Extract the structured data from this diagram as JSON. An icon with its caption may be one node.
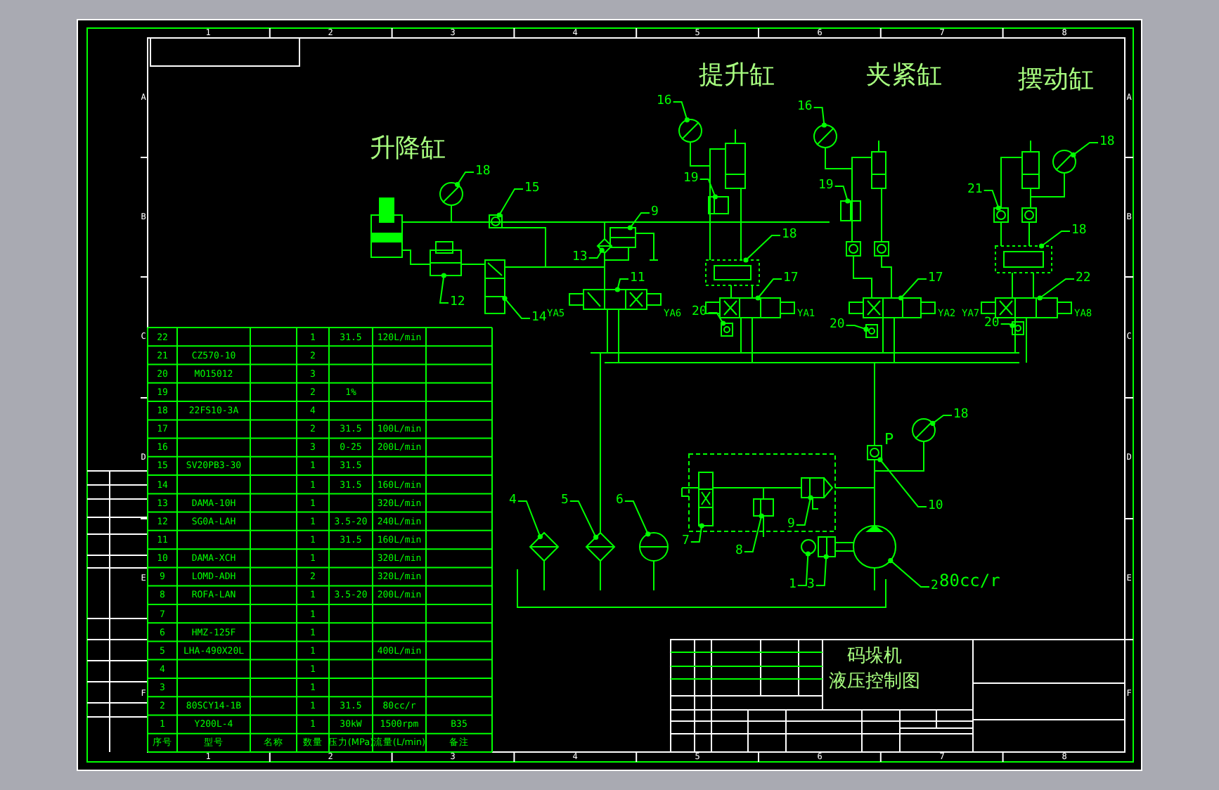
{
  "diagram": {
    "nodes": [
      {
        "text": [
          "16"
        ]
      },
      {
        "text": [
          "16"
        ]
      },
      {
        "text": [
          "18"
        ]
      },
      {
        "text": [
          "18"
        ]
      },
      {
        "text": [
          "19"
        ]
      },
      {
        "text": [
          "19"
        ]
      },
      {
        "text": [
          "15"
        ]
      },
      {
        "text": [
          "21"
        ]
      },
      {
        "text": [
          "9"
        ]
      },
      {
        "text": [
          "18"
        ]
      },
      {
        "text": [
          "18"
        ]
      },
      {
        "text": [
          "13"
        ]
      },
      {
        "text": [
          "11"
        ]
      },
      {
        "text": [
          "17"
        ]
      },
      {
        "text": [
          "17"
        ]
      },
      {
        "text": [
          "22"
        ]
      },
      {
        "text": [
          "12"
        ]
      },
      {
        "text": [
          "20"
        ]
      },
      {
        "text": [
          "20"
        ]
      },
      {
        "text": [
          "14"
        ]
      },
      {
        "text": [
          "20"
        ]
      },
      {
        "text": [
          "18"
        ]
      },
      {
        "text": [
          "4"
        ]
      },
      {
        "text": [
          "5"
        ]
      },
      {
        "text": [
          "6"
        ]
      },
      {
        "text": [
          "10"
        ]
      },
      {
        "text": [
          "9"
        ]
      },
      {
        "text": [
          "7"
        ]
      },
      {
        "text": [
          "8"
        ]
      },
      {
        "text": [
          "1"
        ]
      },
      {
        "text": [
          "3"
        ]
      },
      {
        "text": [
          "2"
        ]
      },
      {
        "text": [],
        "shape": "circle"
      },
      {
        "text": [],
        "shape": "circle"
      },
      {
        "text": [],
        "shape": "circle"
      },
      {
        "text": [],
        "shape": "circle"
      },
      {
        "text": [],
        "shape": "box"
      },
      {
        "text": [],
        "shape": "box"
      },
      {
        "text": [],
        "shape": "box"
      },
      {
        "text": [],
        "shape": "box"
      },
      {
        "text": [],
        "shape": "box"
      },
      {
        "text": [],
        "shape": "box"
      },
      {
        "text": [],
        "shape": "box"
      },
      {
        "text": [],
        "shape": "diamond"
      },
      {
        "text": [],
        "shape": "box"
      },
      {
        "text": [],
        "shape": "box"
      },
      {
        "text": [],
        "shape": "box"
      },
      {
        "text": [],
        "shape": "box"
      },
      {
        "text": [],
        "shape": "box"
      },
      {
        "text": [],
        "shape": "box"
      },
      {
        "text": [],
        "shape": "box"
      },
      {
        "text": [],
        "shape": "box"
      },
      {
        "text": [],
        "shape": "box"
      },
      {
        "text": [],
        "shape": "circle"
      },
      {
        "text": [],
        "shape": "diamond"
      },
      {
        "text": [],
        "shape": "diamond"
      },
      {
        "text": [],
        "shape": "circle"
      },
      {
        "text": [],
        "shape": "box"
      },
      {
        "text": [],
        "shape": "box"
      },
      {
        "text": [],
        "shape": "box"
      },
      {
        "text": [],
        "shape": "box"
      },
      {
        "text": [],
        "shape": "circle"
      },
      {
        "text": [],
        "shape": "box"
      },
      {
        "text": [],
        "shape": "circle"
      }
    ],
    "edges": [
      {
        "from": 0,
        "to": 32,
        "arrow": "other"
      },
      {
        "from": 1,
        "to": 33,
        "arrow": "other"
      },
      {
        "from": 2,
        "to": 34,
        "arrow": "other"
      },
      {
        "from": 3,
        "to": 35,
        "arrow": "other"
      },
      {
        "from": 4,
        "to": 36,
        "arrow": "other"
      },
      {
        "from": 5,
        "to": 37,
        "arrow": "other"
      },
      {
        "from": 6,
        "to": 38,
        "arrow": "other"
      },
      {
        "from": 7,
        "to": 39,
        "arrow": "other"
      },
      {
        "from": 8,
        "to": 40,
        "arrow": "other"
      },
      {
        "from": 9,
        "to": 41,
        "arrow": "other"
      },
      {
        "from": 10,
        "to": 42,
        "arrow": "other"
      },
      {
        "from": 11,
        "to": 43,
        "arrow": "other"
      },
      {
        "from": 12,
        "to": 44,
        "arrow": "other"
      },
      {
        "from": 13,
        "to": 45,
        "arrow": "other"
      },
      {
        "from": 14,
        "to": 46,
        "arrow": "other"
      },
      {
        "from": 15,
        "to": 47,
        "arrow": "other"
      },
      {
        "from": 16,
        "to": 48,
        "arrow": "other"
      },
      {
        "from": 17,
        "to": 49,
        "arrow": "other"
      },
      {
        "from": 18,
        "to": 50,
        "arrow": "other"
      },
      {
        "from": 19,
        "to": 51,
        "arrow": "other"
      },
      {
        "from": 20,
        "to": 52,
        "arrow": "other"
      },
      {
        "from": 21,
        "to": 53,
        "arrow": "other"
      },
      {
        "from": 22,
        "to": 54,
        "arrow": "other"
      },
      {
        "from": 23,
        "to": 55,
        "arrow": "other"
      },
      {
        "from": 24,
        "to": 56,
        "arrow": "other"
      },
      {
        "from": 25,
        "to": 57,
        "arrow": "other"
      },
      {
        "from": 26,
        "to": 58,
        "arrow": "other"
      },
      {
        "from": 27,
        "to": 59,
        "arrow": "other"
      },
      {
        "from": 28,
        "to": 60,
        "arrow": "other"
      },
      {
        "from": 29,
        "to": 61,
        "arrow": "other"
      },
      {
        "from": 30,
        "to": 62,
        "arrow": "other"
      },
      {
        "from": 31,
        "to": 63,
        "arrow": "other"
      }
    ],
    "labels": [
      "升降缸",
      "提升缸",
      "夹紧缸",
      "摆动缸",
      "YA5",
      "YA6",
      "YA1",
      "YA2",
      "YA7",
      "YA8",
      "P",
      "80cc/r",
      "22",
      "1",
      "31.5",
      "120L/min",
      "21",
      "CZ570-10",
      "2",
      "20",
      "MO15012",
      "3",
      "19",
      "2",
      "1%",
      "18",
      "22FS10-3A",
      "4",
      "17",
      "2",
      "31.5",
      "100L/min",
      "16",
      "3",
      "0-25",
      "200L/min",
      "15",
      "SV20PB3-30",
      "1",
      "31.5",
      "14",
      "1",
      "31.5",
      "160L/min",
      "13",
      "DAMA-10H",
      "1",
      "320L/min",
      "12",
      "SG0A-LAH",
      "1",
      "3.5-20",
      "240L/min",
      "11",
      "1",
      "31.5",
      "160L/min",
      "10",
      "DAMA-XCH",
      "1",
      "320L/min",
      "9",
      "LOMD-ADH",
      "2",
      "320L/min",
      "8",
      "ROFA-LAN",
      "1",
      "3.5-20",
      "200L/min",
      "7",
      "1",
      "6",
      "HMZ-125F",
      "1",
      "5",
      "LHA-490X20L",
      "1",
      "400L/min",
      "4",
      "1",
      "3",
      "1",
      "2",
      "80SCY14-1B",
      "1",
      "31.5",
      "80cc/r",
      "1",
      "Y200L-4",
      "1",
      "30kW",
      "1500rpm",
      "B35",
      "序号",
      "型号",
      "名称",
      "数量",
      "压力(MPa)",
      "流量(L/min)",
      "备注",
      "码垛机",
      "液压控制图",
      "1",
      "2",
      "3",
      "4",
      "5",
      "6",
      "7",
      "8",
      "1",
      "2",
      "3",
      "4",
      "5",
      "6",
      "7",
      "8",
      "A",
      "B",
      "C",
      "D",
      "E",
      "F",
      "A",
      "B",
      "C",
      "D",
      "E",
      "F"
    ]
  }
}
